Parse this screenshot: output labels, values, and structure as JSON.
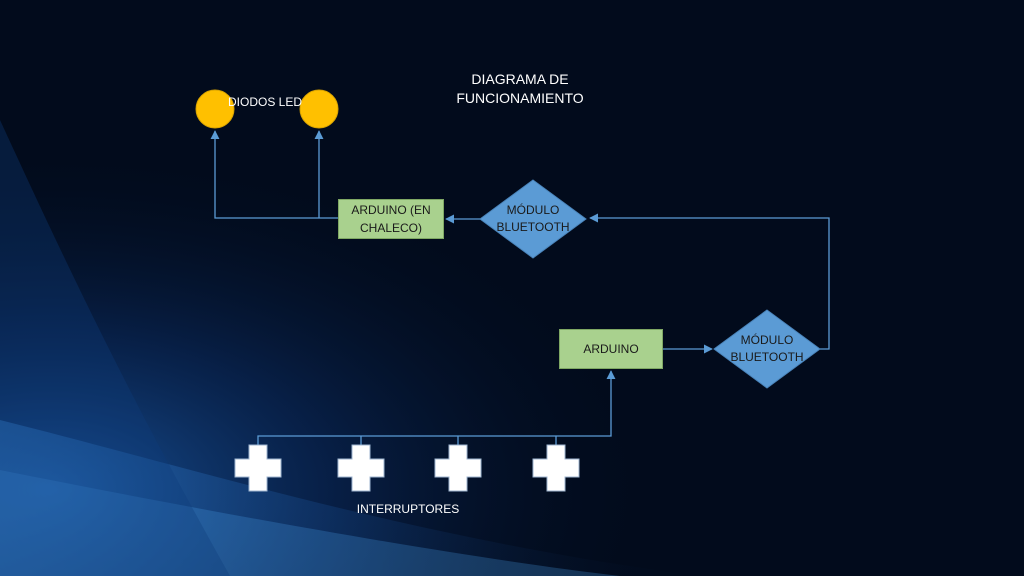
{
  "title": {
    "line1": "DIAGRAMA DE",
    "line2": "FUNCIONAMIENTO"
  },
  "leds": {
    "label": "DIODOS LED",
    "color": "#ffc000"
  },
  "nodes": {
    "arduino_chaleco": {
      "line1": "ARDUINO (EN",
      "line2": "CHALECO)"
    },
    "bluetooth_top": {
      "line1": "MÓDULO",
      "line2": "BLUETOOTH"
    },
    "arduino": {
      "label": "ARDUINO"
    },
    "bluetooth_bottom": {
      "line1": "MÓDULO",
      "line2": "BLUETOOTH"
    }
  },
  "switches": {
    "label": "INTERRUPTORES",
    "count": 4
  },
  "colors": {
    "background": "#020b1c",
    "box_fill": "#a9d18e",
    "diamond_fill": "#5b9bd5",
    "connector": "#5b9bd5",
    "led_fill": "#ffc000"
  }
}
